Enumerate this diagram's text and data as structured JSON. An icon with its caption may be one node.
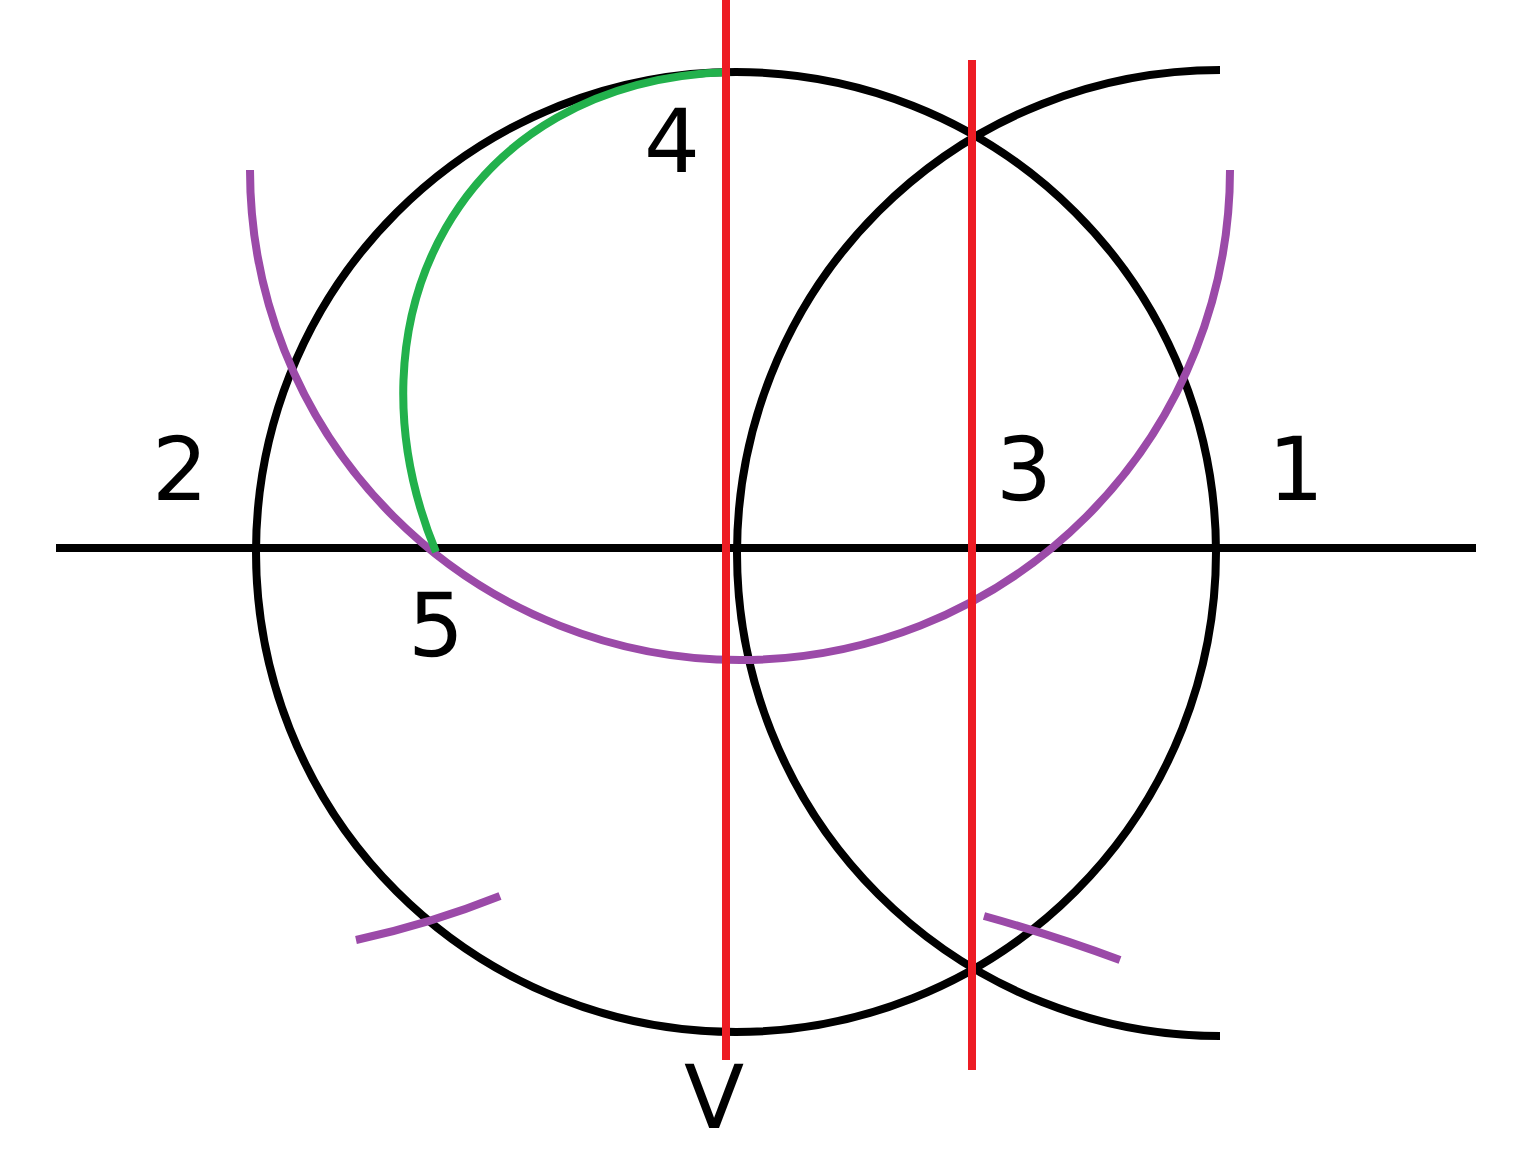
{
  "diagram": {
    "labels": [
      "4",
      "2",
      "3",
      "1",
      "5",
      "V"
    ]
  }
}
